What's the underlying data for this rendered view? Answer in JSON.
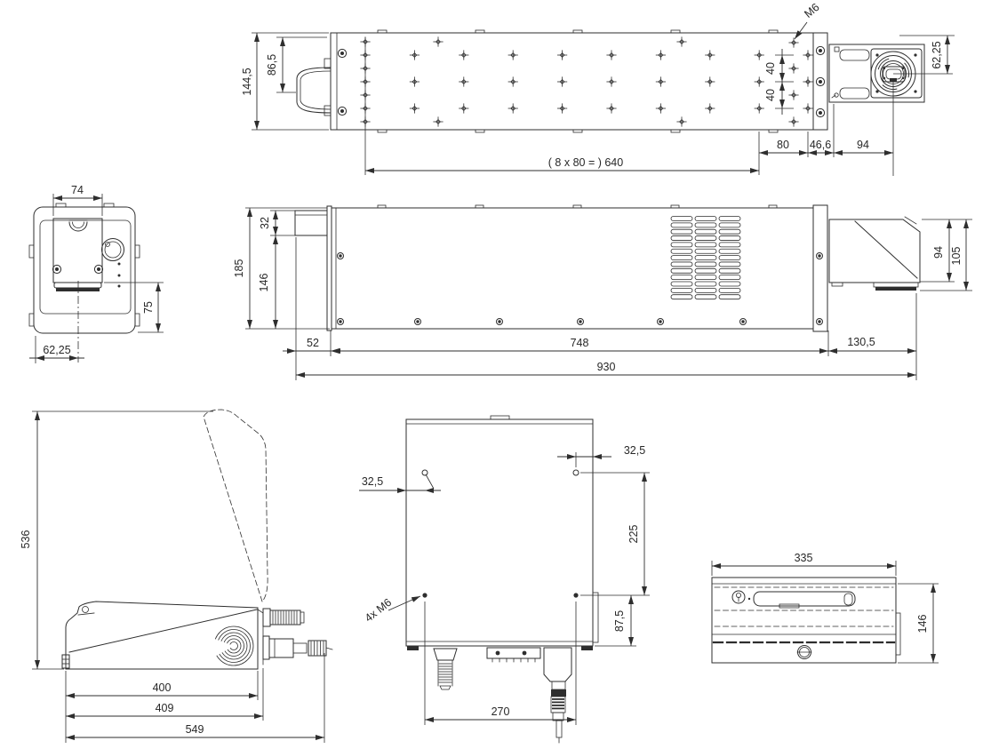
{
  "drawing": {
    "background": "#ffffff",
    "line_color": "#2e2e2e",
    "views": {
      "marking_unit_top": {
        "dims": {
          "m6": "M6",
          "d62_25": "62,25",
          "d144_5": "144,5",
          "d86_5": "86,5",
          "d40_upper": "40",
          "d40_lower": "40",
          "d80": "80",
          "d46_6": "46,6",
          "d94": "94",
          "d8x80_640": "( 8 x 80 = ) 640"
        }
      },
      "marking_head_front": {
        "dims": {
          "d74": "74",
          "d75": "75",
          "d62_25": "62,25"
        }
      },
      "marking_unit_side": {
        "dims": {
          "d185": "185",
          "d32": "32",
          "d146": "146",
          "d52": "52",
          "d748": "748",
          "d130_5": "130,5",
          "d930": "930",
          "d94": "94",
          "d105": "105"
        }
      },
      "supply_unit_side": {
        "dims": {
          "d536": "536",
          "d400": "400",
          "d409": "409",
          "d549": "549"
        }
      },
      "supply_unit_bottom": {
        "dims": {
          "d32_5_left": "32,5",
          "d32_5_right": "32,5",
          "d225": "225",
          "d87_5": "87,5",
          "d270": "270",
          "d4x_m6": "4x M6"
        }
      },
      "supply_unit_rear": {
        "dims": {
          "d335": "335",
          "d146": "146"
        }
      }
    }
  }
}
